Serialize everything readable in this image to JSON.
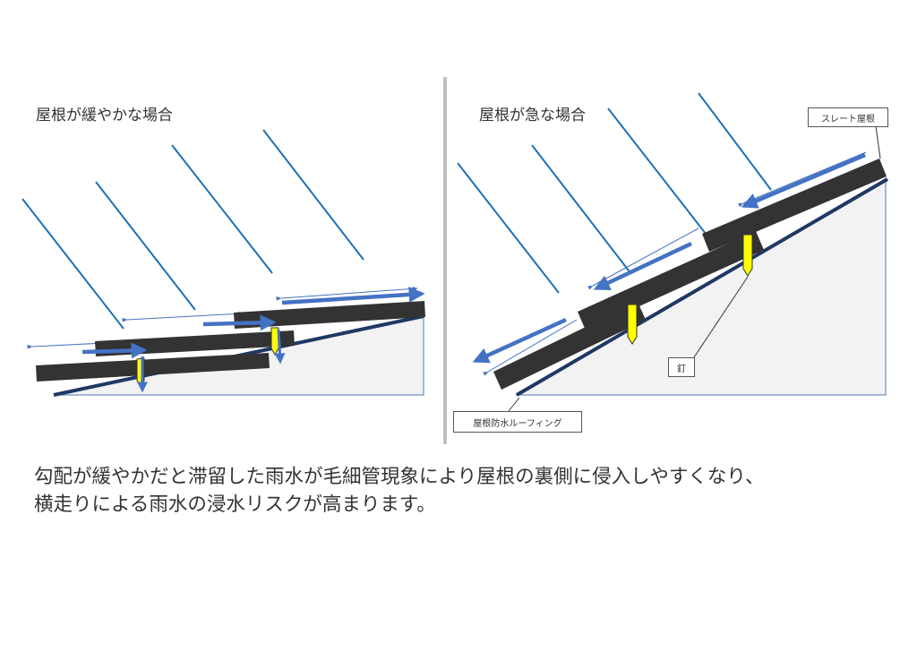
{
  "left_panel": {
    "title": "屋根が緩やかな場合"
  },
  "right_panel": {
    "title": "屋根が急な場合",
    "labels": {
      "slate": "スレート屋根",
      "nail": "釘",
      "roofing": "屋根防水ルーフィング"
    }
  },
  "caption": {
    "line1": "勾配が緩やかだと滞留した雨水が毛細管現象により屋根の裏側に侵入しやすくなり、",
    "line2": "横走りによる雨水の浸水リスクが高まります。"
  },
  "colors": {
    "rain": "#1f6fb5",
    "flow_arrow": "#4472c4",
    "slate": "#333333",
    "roofing": "#1f3864",
    "nail": "#ffff00",
    "wall": "#f2f2f2",
    "divider": "#bfbfbf"
  }
}
